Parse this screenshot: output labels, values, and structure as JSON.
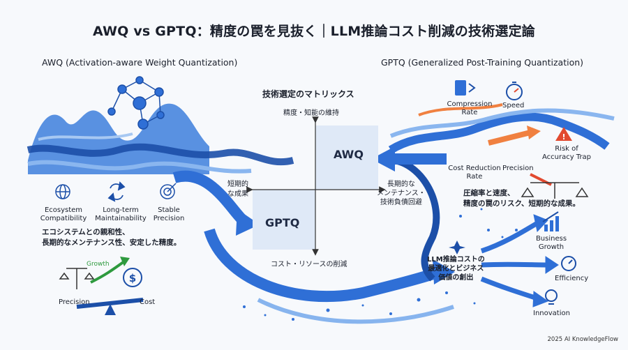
{
  "title": "AWQ vs GPTQ：精度の罠を見抜く｜LLM推論コスト削減の技術選定論",
  "left": {
    "header": "AWQ (Activation-aware Weight Quantization)",
    "features": [
      {
        "label": "Ecosystem\nCompatibility",
        "icon": "globe-icon"
      },
      {
        "label": "Long-term\nMaintainability",
        "icon": "refresh-icon"
      },
      {
        "label": "Stable\nPrecision",
        "icon": "target-icon"
      }
    ],
    "summary_line1": "エコシステムとの親和性、",
    "summary_line2": "長期的なメンテナンス性、安定した精度。",
    "growth_label": "Growth",
    "precision_label": "Precision",
    "cost_label": "Cost"
  },
  "right": {
    "header": "GPTQ (Generalized Post-Training Quantization)",
    "compression_label": "Compression\nRate",
    "speed_label": "Speed",
    "risk_label": "Risk of\nAccuracy Trap",
    "cost_reduction_label": "Cost Reduction\nRate",
    "precision_label": "Precision",
    "summary_line1": "圧縮率と速度、",
    "summary_line2": "精度の罠のリスク、短期的な成果。",
    "business_growth": "Business\nGrowth",
    "efficiency": "Efficiency",
    "innovation": "Innovation"
  },
  "matrix": {
    "title": "技術選定のマトリックス",
    "top_axis": "精度・知能の維持",
    "bottom_axis": "コスト・リソースの削減",
    "left_axis": "短期的\nな成果",
    "right_axis": "長期的な\nメンテナンス・\n技術負債回避",
    "awq": "AWQ",
    "gptq": "GPTQ"
  },
  "center_bottom": "LLM推論コストの\n最適化とビジネス\n価値の創出",
  "footer": "2025 AI KnowledgeFlow",
  "colors": {
    "blue": "#2f6fd6",
    "dark_blue": "#1c4fa8",
    "light_blue": "#cfe0f7",
    "green": "#2e9a3e",
    "orange": "#f08040",
    "red": "#e24a30"
  }
}
